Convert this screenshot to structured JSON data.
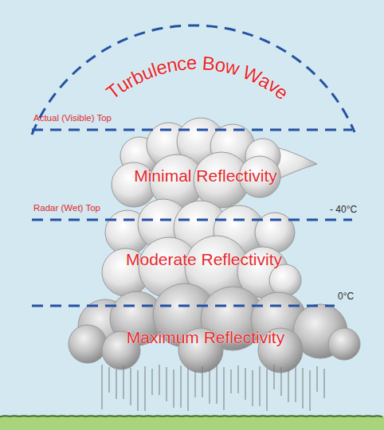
{
  "diagram": {
    "labels": [
      "Turbulence Bow Wave",
      "Actual (Visible) Top",
      "Minimal Reflectivity",
      "Radar (Wet) Top",
      "- 40°C",
      "Moderate Reflectivity",
      "0°C",
      "Maximum Reflectivity"
    ]
  }
}
